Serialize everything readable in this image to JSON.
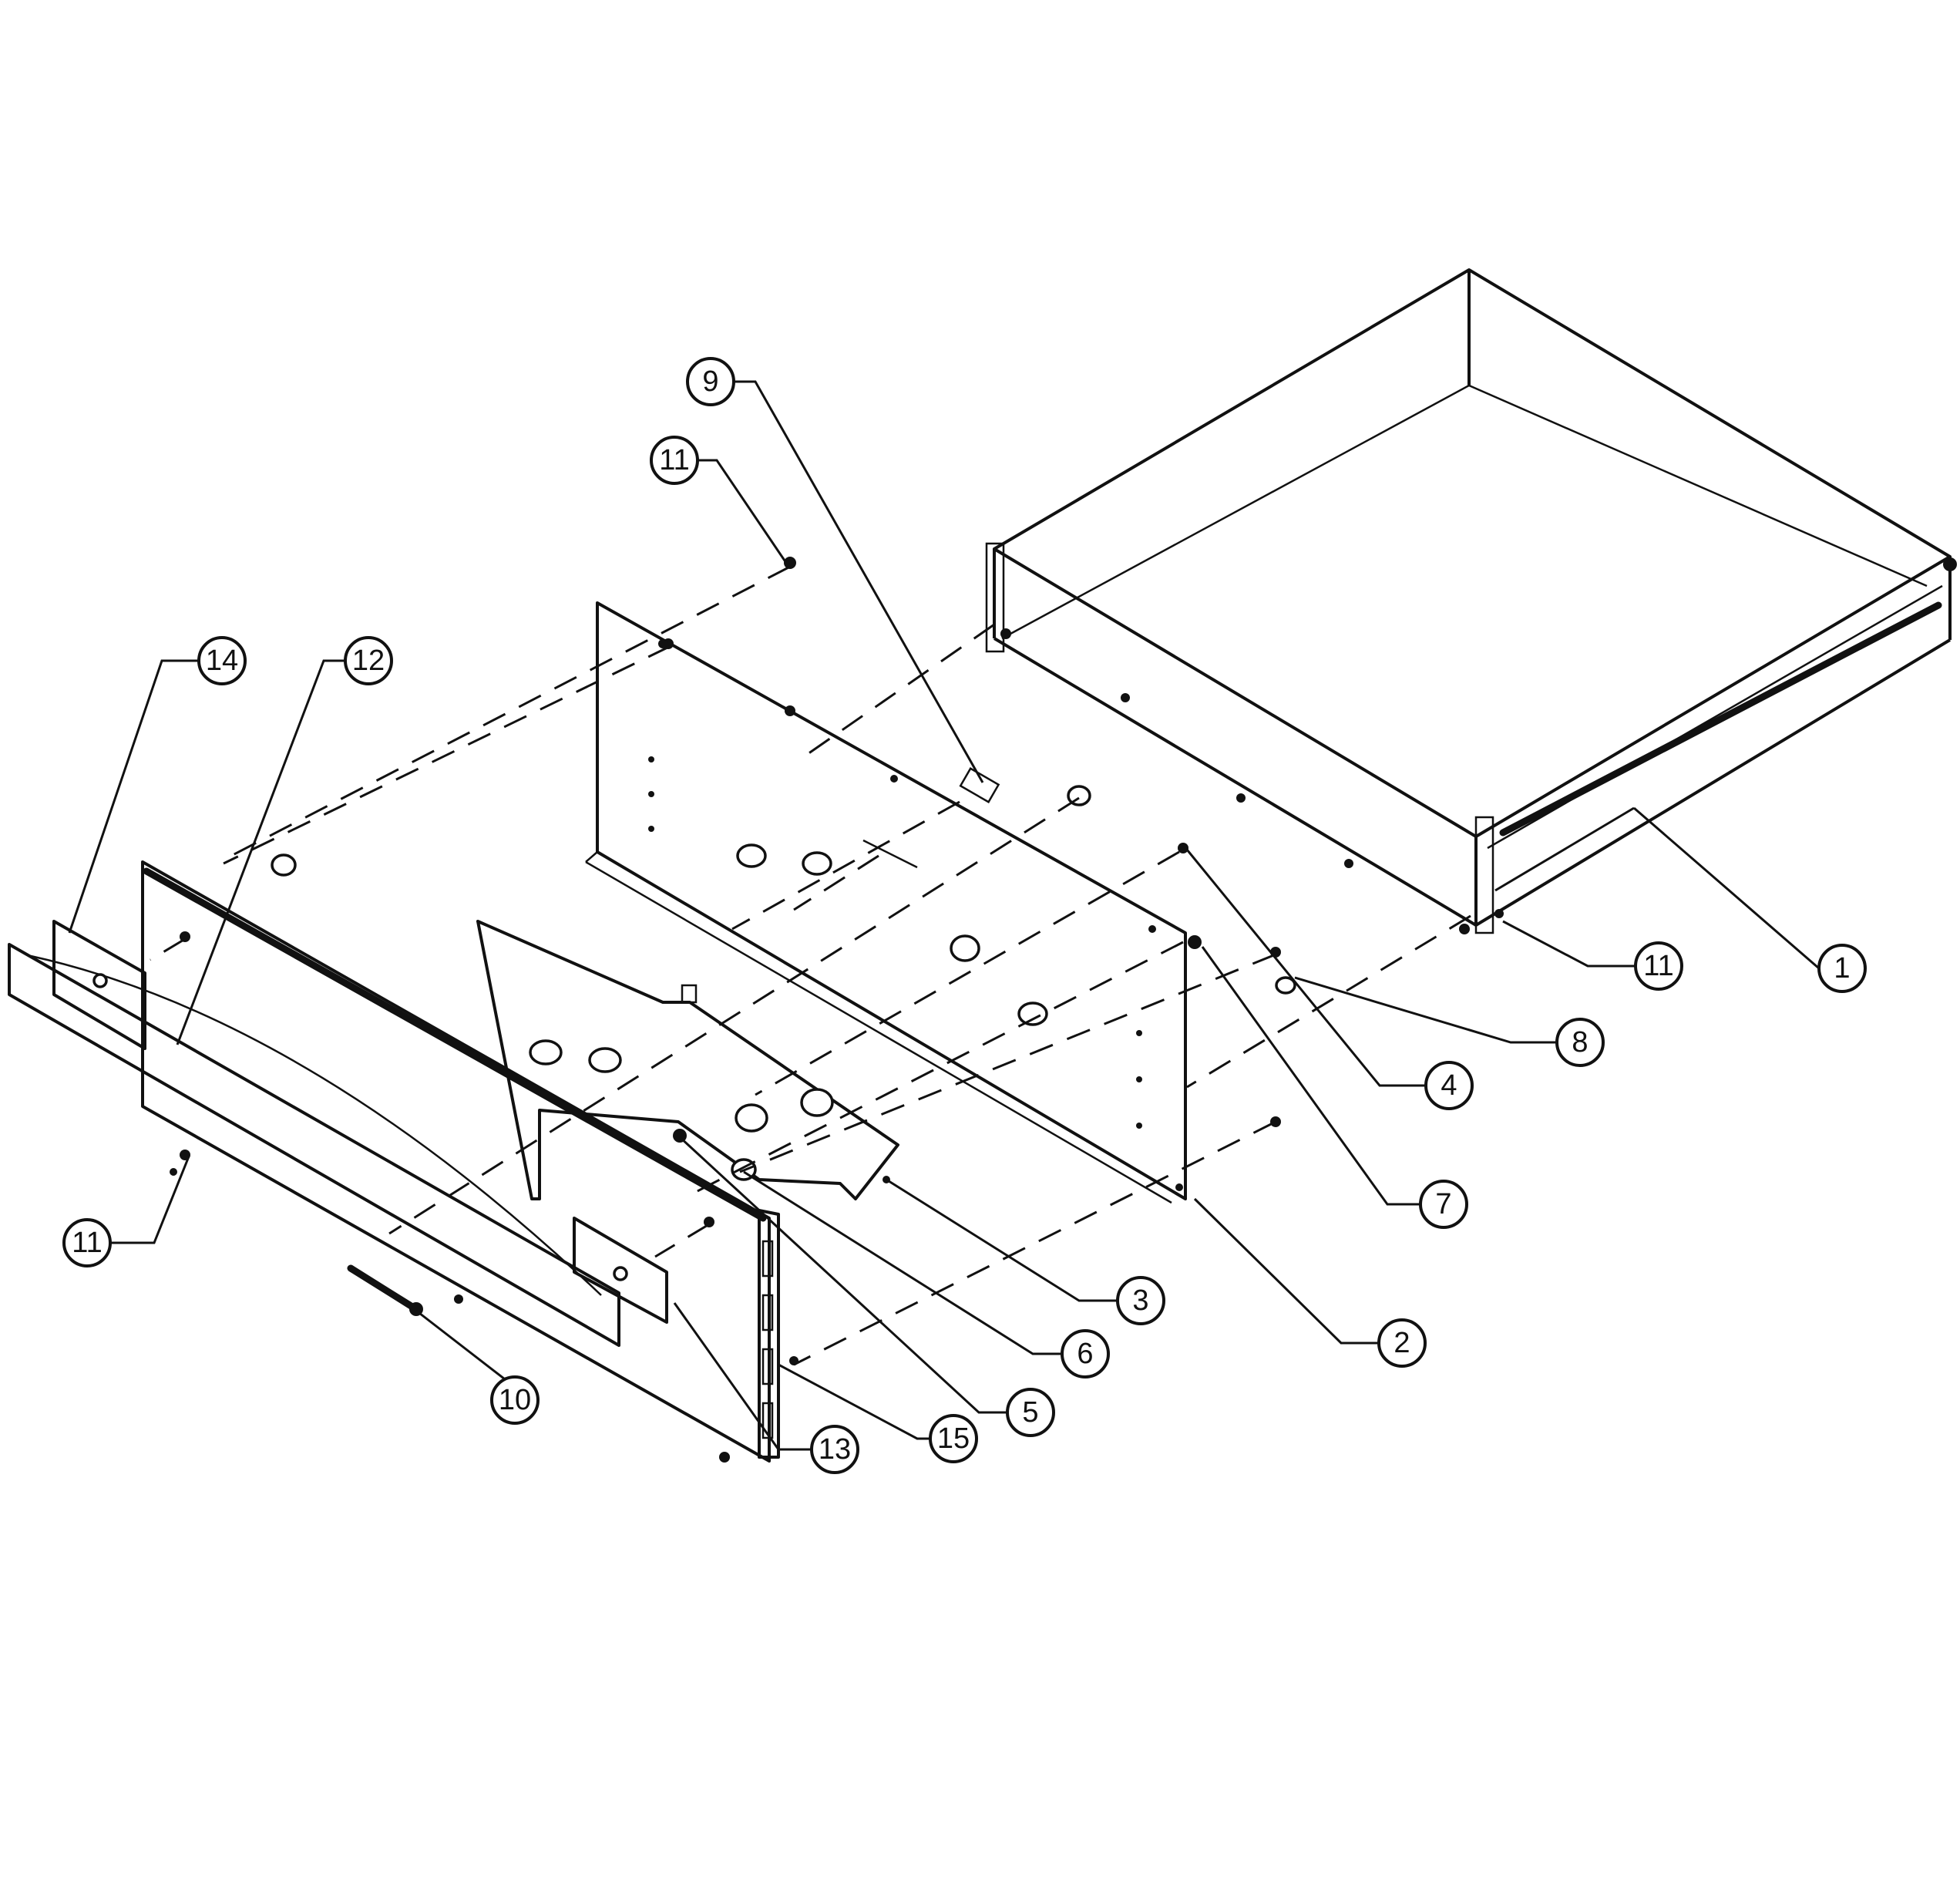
{
  "callouts": [
    {
      "id": "1",
      "label": "1"
    },
    {
      "id": "2",
      "label": "2"
    },
    {
      "id": "3",
      "label": "3"
    },
    {
      "id": "4",
      "label": "4"
    },
    {
      "id": "5",
      "label": "5"
    },
    {
      "id": "6",
      "label": "6"
    },
    {
      "id": "7",
      "label": "7"
    },
    {
      "id": "8",
      "label": "8"
    },
    {
      "id": "9",
      "label": "9"
    },
    {
      "id": "10",
      "label": "10"
    },
    {
      "id": "11a",
      "label": "11"
    },
    {
      "id": "11b",
      "label": "11"
    },
    {
      "id": "11c",
      "label": "11"
    },
    {
      "id": "12",
      "label": "12"
    },
    {
      "id": "13",
      "label": "13"
    },
    {
      "id": "14",
      "label": "14"
    },
    {
      "id": "15",
      "label": "15"
    }
  ]
}
